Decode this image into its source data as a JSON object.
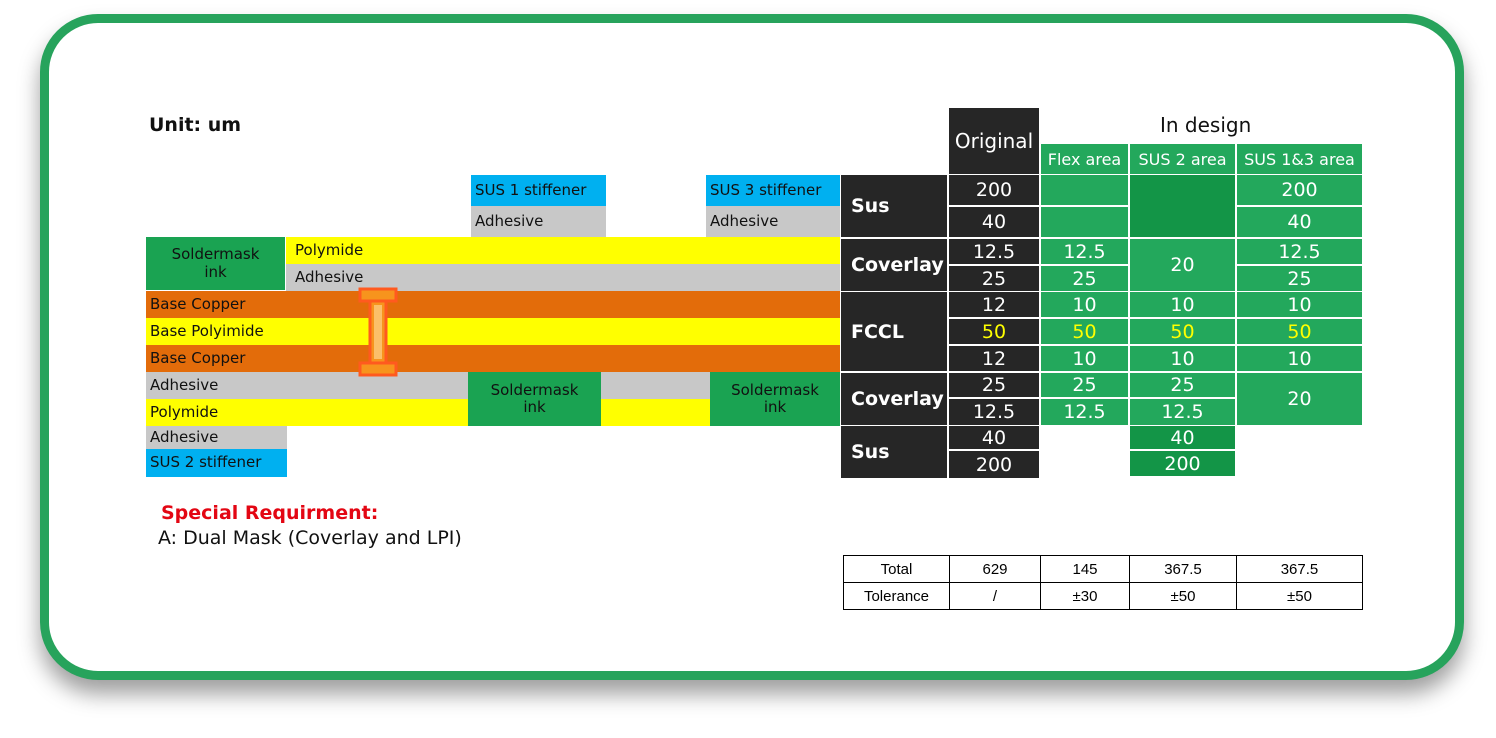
{
  "unit_label": "Unit: um",
  "stackup": {
    "sus1_stiffener": "SUS 1 stiffener",
    "sus3_stiffener": "SUS 3 stiffener",
    "adhesive": "Adhesive",
    "soldermask_ink": "Soldermask ink",
    "polymide": "Polymide",
    "base_copper": "Base Copper",
    "base_polyimide": "Base Polyimide",
    "sus2_stiffener": "SUS 2 stiffener"
  },
  "colors": {
    "polymide": "#ffff00",
    "adhesive": "#c8c8c8",
    "copper": "#e36c0a",
    "soldermask": "#1aa352",
    "stiffener": "#00b0f0",
    "original_column": "#262626",
    "design_column": "#23a85c",
    "highlight_value": "#ffff00",
    "requirement_title": "#e30613",
    "border": "#27a35c"
  },
  "headers": {
    "original": "Original",
    "in_design": "In design",
    "flex_area": "Flex area",
    "sus2_area": "SUS 2 area",
    "sus13_area": "SUS 1&3 area"
  },
  "row_labels": {
    "sus": "Sus",
    "coverlay": "Coverlay",
    "fccl": "FCCL"
  },
  "original_values": [
    "200",
    "40",
    "12.5",
    "25",
    "12",
    "50",
    "12",
    "25",
    "12.5",
    "40",
    "200"
  ],
  "flex_values": {
    "cov_top_1": "12.5",
    "cov_top_2": "25",
    "cu_top": "10",
    "pi": "50",
    "cu_bot": "10",
    "cov_bot_1": "25",
    "cov_bot_2": "12.5"
  },
  "sus2_values": {
    "cov_top": "20",
    "cu_top": "10",
    "pi": "50",
    "cu_bot": "10",
    "cov_bot_1": "25",
    "cov_bot_2": "12.5",
    "sus_1": "40",
    "sus_2": "200"
  },
  "sus13_values": {
    "sus_1": "200",
    "sus_2": "40",
    "cov_top_1": "12.5",
    "cov_top_2": "25",
    "cu_top": "10",
    "pi": "50",
    "cu_bot": "10",
    "cov_bot": "20"
  },
  "special": {
    "title": "Special Requirment:",
    "line": "A: Dual Mask (Coverlay and LPI)"
  },
  "totals": {
    "rows": [
      [
        "Total",
        "629",
        "145",
        "367.5",
        "367.5"
      ],
      [
        "Tolerance",
        "/",
        "±30",
        "±50",
        "±50"
      ]
    ]
  }
}
